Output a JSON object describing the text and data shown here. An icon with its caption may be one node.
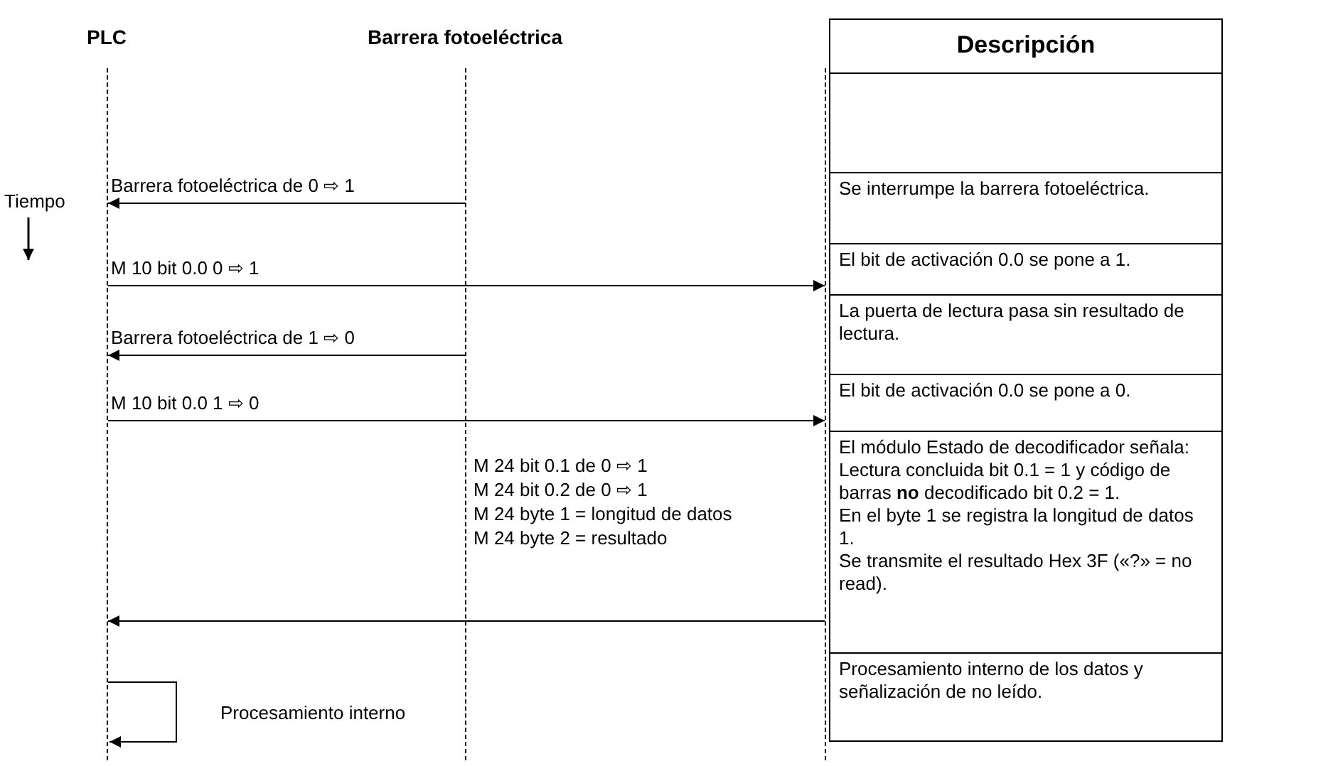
{
  "diagram": {
    "nodes": [
      {
        "text": [
          "PLC"
        ]
      },
      {
        "text": [
          "Barrera fotoeléctrica"
        ]
      },
      {
        "text": [],
        "shape": "line"
      },
      {
        "text": [
          "Descripción"
        ]
      },
      {
        "text": [
          "Se interrumpe la barrera fotoeléctrica."
        ],
        "in": 3
      },
      {
        "text": [
          "El bit de activación 0.0 se pone a 1."
        ],
        "in": 3
      },
      {
        "text": [
          "La puerta de lectura pasa sin resultado de lectura."
        ],
        "in": 3
      },
      {
        "text": [
          "El bit de activación 0.0 se pone a 0."
        ],
        "in": 3
      },
      {
        "text": [
          "El módulo Estado de decodificador señala:",
          "Lectura concluida bit 0.1 = 1 y código de barras **no** decodificado bit 0.2 = 1.",
          "En el byte 1 se registra la longitud de datos 1.",
          "Se transmite el resultado Hex 3F («?» = no read)."
        ],
        "in": 3
      },
      {
        "text": [
          "Procesamiento interno de los datos y señalización de no leído."
        ],
        "in": 3
      }
    ],
    "edges": [
      {
        "from": 1,
        "to": 0,
        "arrow": "to",
        "label": "Barrera fotoeléctrica de 0 ⇨ 1"
      },
      {
        "from": 0,
        "to": 2,
        "arrow": "to",
        "label": "M 10 bit 0.0 0 ⇨ 1"
      },
      {
        "from": 1,
        "to": 0,
        "arrow": "to",
        "label": "Barrera fotoeléctrica de 1 ⇨ 0"
      },
      {
        "from": 0,
        "to": 2,
        "arrow": "to",
        "label": "M 10 bit 0.0 1 ⇨ 0"
      },
      {
        "from": 2,
        "to": 0,
        "arrow": "to"
      },
      {
        "from": 0,
        "to": 0,
        "arrow": "to",
        "label": "Procesamiento interno"
      }
    ],
    "labels": [
      "Tiempo",
      "M 24 bit 0.1 de 0 ⇨ 1",
      "M 24 bit 0.2 de 0 ⇨ 1",
      "M 24 byte 1 = longitud de datos",
      "M 24 byte 2 = resultado"
    ]
  }
}
